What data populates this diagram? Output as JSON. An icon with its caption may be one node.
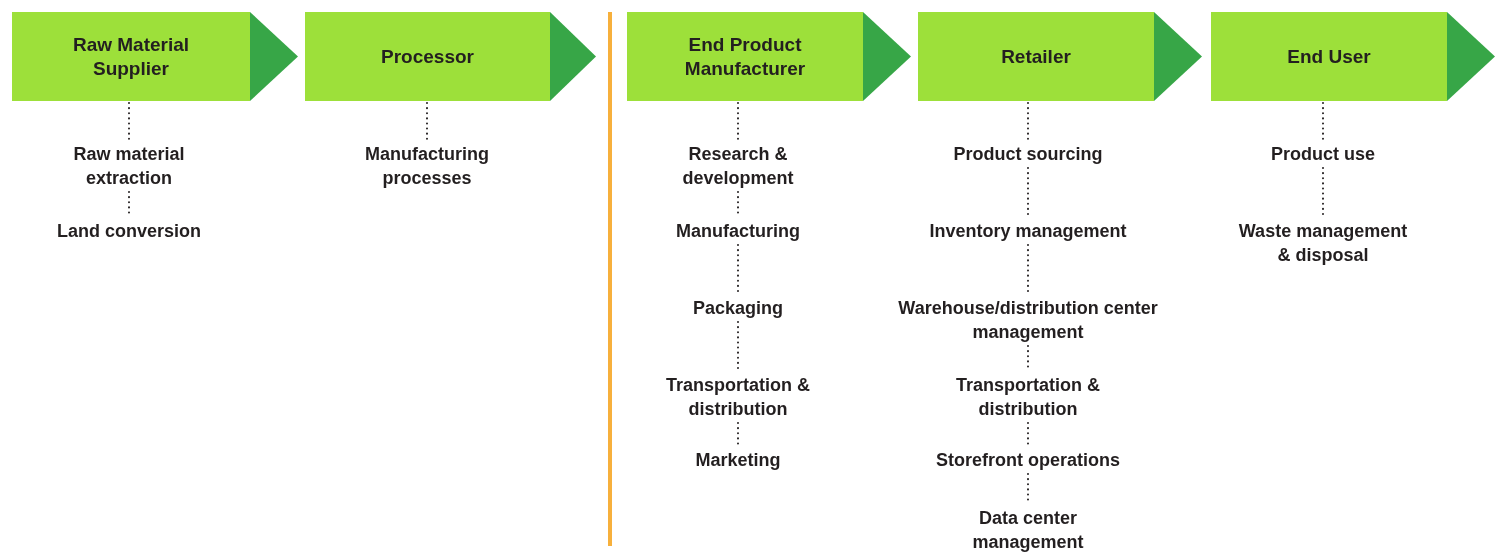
{
  "diagram": {
    "nodes": [
      {
        "text": [
          "Raw Material Supplier"
        ]
      },
      {
        "text": [
          "Processor"
        ]
      },
      {
        "text": [
          "End Product Manufacturer"
        ]
      },
      {
        "text": [
          "Retailer"
        ]
      },
      {
        "text": [
          "End User"
        ]
      },
      {
        "text": [
          "Raw material extraction"
        ]
      },
      {
        "text": [
          "Land conversion"
        ]
      },
      {
        "text": [
          "Manufacturing processes"
        ]
      },
      {
        "text": [
          "Research & development"
        ]
      },
      {
        "text": [
          "Manufacturing"
        ]
      },
      {
        "text": [
          "Packaging"
        ]
      },
      {
        "text": [
          "Transportation & distribution"
        ]
      },
      {
        "text": [
          "Marketing"
        ]
      },
      {
        "text": [
          "Product sourcing"
        ]
      },
      {
        "text": [
          "Inventory management"
        ]
      },
      {
        "text": [
          "Warehouse/distribution center management"
        ]
      },
      {
        "text": [
          "Transportation & distribution"
        ]
      },
      {
        "text": [
          "Storefront operations"
        ]
      },
      {
        "text": [
          "Data center management"
        ]
      },
      {
        "text": [
          "Product use"
        ]
      },
      {
        "text": [
          "Waste management & disposal"
        ]
      }
    ],
    "edges": [
      {
        "from": 0,
        "to": 5,
        "arrow": "none",
        "style": "dashed"
      },
      {
        "from": 5,
        "to": 6,
        "arrow": "none",
        "style": "dashed"
      },
      {
        "from": 1,
        "to": 7,
        "arrow": "none",
        "style": "dashed"
      },
      {
        "from": 2,
        "to": 8,
        "arrow": "none",
        "style": "dashed"
      },
      {
        "from": 8,
        "to": 9,
        "arrow": "none",
        "style": "dashed"
      },
      {
        "from": 9,
        "to": 10,
        "arrow": "none",
        "style": "dashed"
      },
      {
        "from": 10,
        "to": 11,
        "arrow": "none",
        "style": "dashed"
      },
      {
        "from": 11,
        "to": 12,
        "arrow": "none",
        "style": "dashed"
      },
      {
        "from": 3,
        "to": 13,
        "arrow": "none",
        "style": "dashed"
      },
      {
        "from": 13,
        "to": 14,
        "arrow": "none",
        "style": "dashed"
      },
      {
        "from": 14,
        "to": 15,
        "arrow": "none",
        "style": "dashed"
      },
      {
        "from": 15,
        "to": 16,
        "arrow": "none",
        "style": "dashed"
      },
      {
        "from": 16,
        "to": 17,
        "arrow": "none",
        "style": "dashed"
      },
      {
        "from": 17,
        "to": 18,
        "arrow": "none",
        "style": "dashed"
      },
      {
        "from": 4,
        "to": 19,
        "arrow": "none",
        "style": "dashed"
      },
      {
        "from": 19,
        "to": 20,
        "arrow": "none",
        "style": "dashed"
      }
    ]
  }
}
